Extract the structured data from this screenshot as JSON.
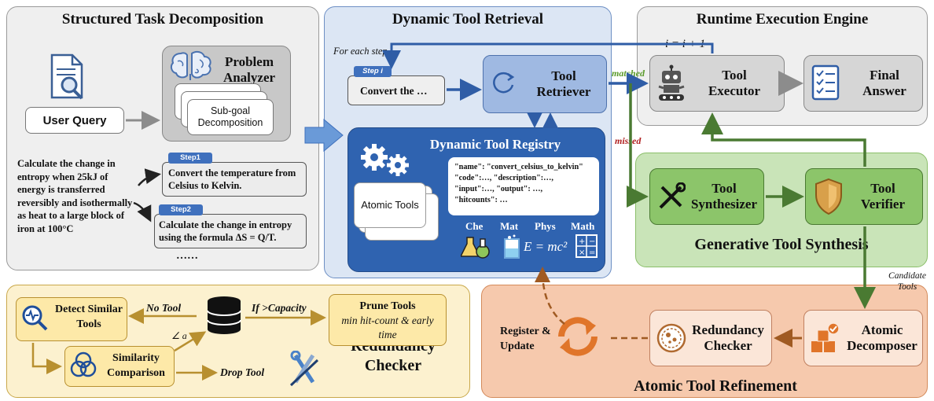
{
  "panels": {
    "decomposition": {
      "title": "Structured Task Decomposition",
      "user_query": "User Query",
      "problem_analyzer": "Problem Analyzer",
      "subgoal": "Sub-goal Decomposition",
      "question": "Calculate the change in entropy when 25kJ of energy is transferred reversibly and isothermally as heat to a large block of iron at 100°C",
      "step1_tag": "Step1",
      "step1_text": "Convert the temperature from Celsius to Kelvin.",
      "step2_tag": "Step2",
      "step2_text": "Calculate the change in entropy using the formula ΔS = Q/T.",
      "ellipsis": "……"
    },
    "retrieval": {
      "title": "Dynamic Tool Retrieval",
      "for_each": "For each step i",
      "step_i_tag": "Step i",
      "convert_text": "Convert the …",
      "tool_retriever": "Tool Retriever",
      "registry_title": "Dynamic Tool Registry",
      "atomic_tools": "Atomic Tools",
      "json_lines": [
        "\"name\": \"convert_celsius_to_kelvin\"",
        "\"code\":…, \"description\":…,",
        "\"input\":…, \"output\": …,",
        "\"hitcounts\": …"
      ],
      "domains": [
        "Che",
        "Mat",
        "Phys",
        "Math"
      ],
      "formula": "E = mc²"
    },
    "execution": {
      "title": "Runtime Execution Engine",
      "counter": "i = i + 1",
      "tool_executor": "Tool Executor",
      "final_answer": "Final Answer",
      "matched": "matched",
      "missed": "missed"
    },
    "synthesis": {
      "title": "Generative Tool Synthesis",
      "synthesizer": "Tool Synthesizer",
      "verifier": "Tool Verifier",
      "candidate": "Candidate Tools"
    },
    "refinement": {
      "title": "Atomic Tool Refinement",
      "register": "Register & Update",
      "redundancy": "Redundancy Checker",
      "decomposer": "Atomic Decomposer"
    },
    "redundancy": {
      "title": "Redundancy Checker",
      "detect": "Detect Similar Tools",
      "no_tool": "No Tool",
      "if_capacity": "If >Capacity",
      "prune_title": "Prune Tools",
      "prune_sub": "min hit-count & early time",
      "angle": "∠ a",
      "similarity": "Similarity Comparison",
      "drop": "Drop Tool"
    }
  },
  "colors": {
    "gray_panel": "#efefef",
    "blue_panel": "#dce6f4",
    "green_panel": "#c9e4b8",
    "orange_panel": "#f6c9ad",
    "yellow_panel": "#fcf1cf",
    "registry_blue": "#2f63b0",
    "arrow_blue": "#2f5da6",
    "arrow_green": "#4a7a32",
    "arrow_brown": "#a05a22"
  }
}
